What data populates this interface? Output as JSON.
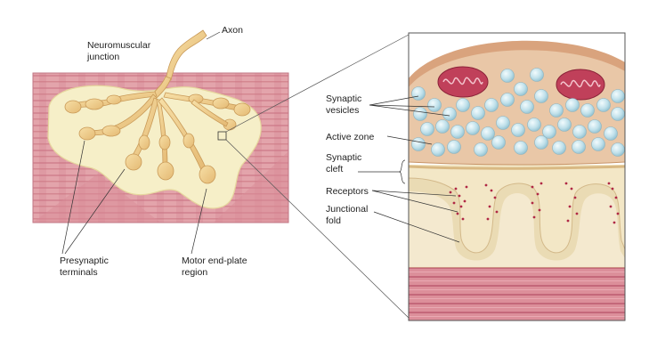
{
  "labels": {
    "axon": "Axon",
    "neuromuscular_junction": [
      "Neuromuscular",
      "junction"
    ],
    "presynaptic_terminals": [
      "Presynaptic",
      "terminals"
    ],
    "motor_end_plate": [
      "Motor end-plate",
      "region"
    ],
    "synaptic_vesicles": [
      "Synaptic",
      "vesicles"
    ],
    "active_zone": "Active zone",
    "synaptic_cleft": [
      "Synaptic",
      "cleft"
    ],
    "receptors": "Receptors",
    "junctional_fold": [
      "Junctional",
      "fold"
    ]
  },
  "colors": {
    "muscle": "#e3a4ab",
    "muscle_stripe": "#c97380",
    "end_plate": "#f6efc8",
    "nerve": "#efcf8c",
    "vesicle": "#bfe0ea",
    "mitochondrion": "#c0405a",
    "terminal_cytoplasm": "#e9c7a7",
    "cleft": "#f3e7c6",
    "receptor_dot": "#b02845"
  }
}
